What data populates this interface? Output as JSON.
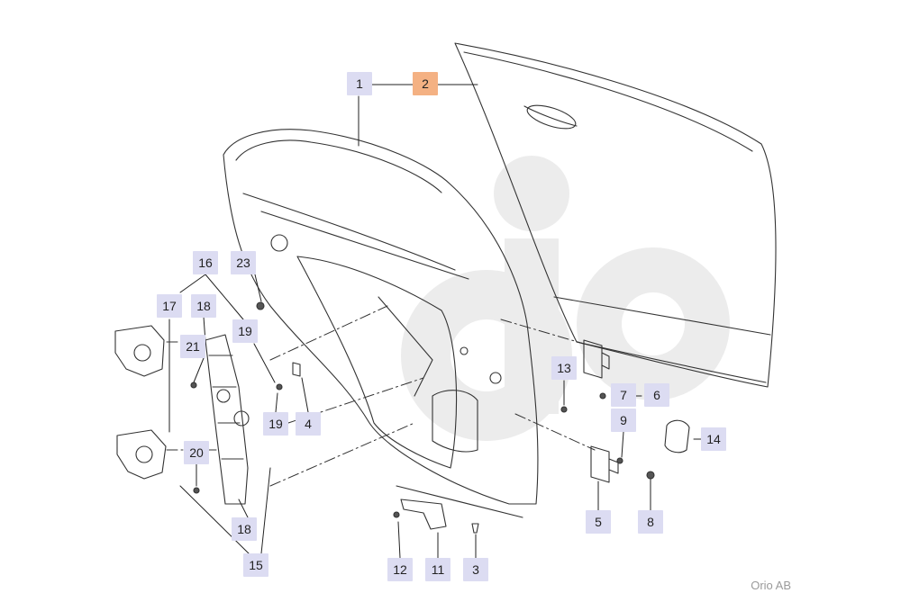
{
  "diagram": {
    "callouts": [
      {
        "id": "c1",
        "label": "1",
        "selected": false
      },
      {
        "id": "c2",
        "label": "2",
        "selected": true
      },
      {
        "id": "c3",
        "label": "3",
        "selected": false
      },
      {
        "id": "c4",
        "label": "4",
        "selected": false
      },
      {
        "id": "c5",
        "label": "5",
        "selected": false
      },
      {
        "id": "c6",
        "label": "6",
        "selected": false
      },
      {
        "id": "c7",
        "label": "7",
        "selected": false
      },
      {
        "id": "c8",
        "label": "8",
        "selected": false
      },
      {
        "id": "c9",
        "label": "9",
        "selected": false
      },
      {
        "id": "c11",
        "label": "11",
        "selected": false
      },
      {
        "id": "c12",
        "label": "12",
        "selected": false
      },
      {
        "id": "c13",
        "label": "13",
        "selected": false
      },
      {
        "id": "c14",
        "label": "14",
        "selected": false
      },
      {
        "id": "c15",
        "label": "15",
        "selected": false
      },
      {
        "id": "c16",
        "label": "16",
        "selected": false
      },
      {
        "id": "c17",
        "label": "17",
        "selected": false
      },
      {
        "id": "c18a",
        "label": "18",
        "selected": false
      },
      {
        "id": "c18b",
        "label": "18",
        "selected": false
      },
      {
        "id": "c19a",
        "label": "19",
        "selected": false
      },
      {
        "id": "c19b",
        "label": "19",
        "selected": false
      },
      {
        "id": "c20",
        "label": "20",
        "selected": false
      },
      {
        "id": "c21",
        "label": "21",
        "selected": false
      },
      {
        "id": "c23",
        "label": "23",
        "selected": false
      }
    ],
    "watermark": "Orio AB",
    "colors": {
      "callout": "#dcdcf2",
      "selected": "#f4b183",
      "line": "#333333",
      "logo": "#ececec"
    }
  }
}
